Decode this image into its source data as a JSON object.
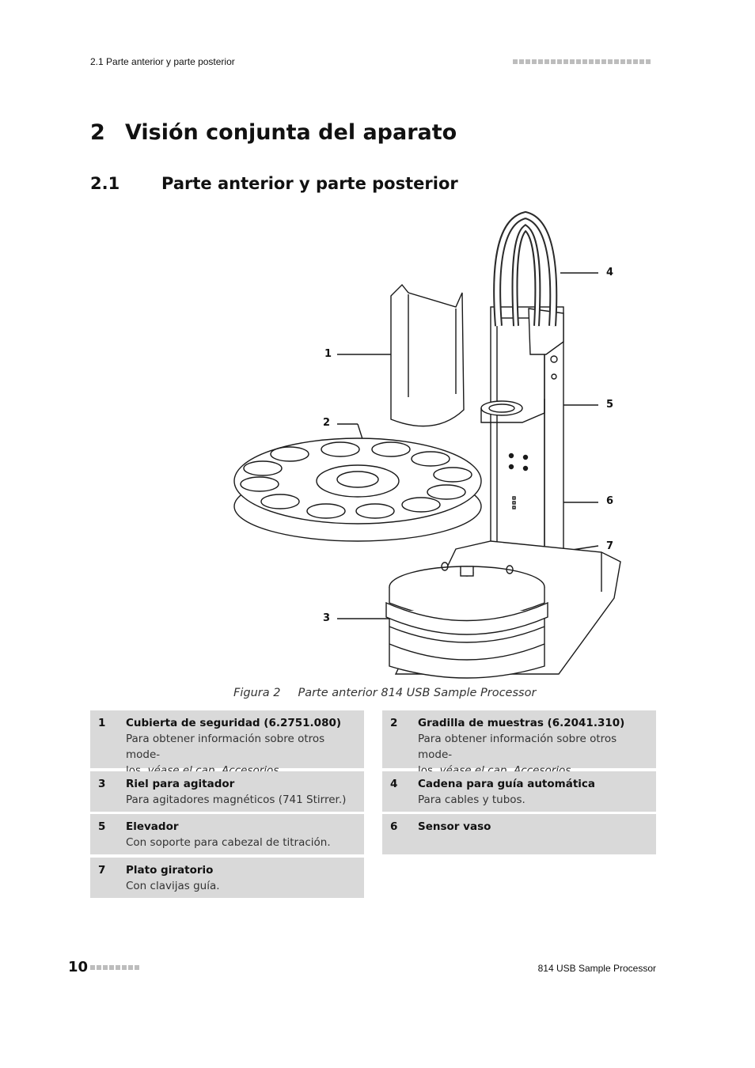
{
  "header": {
    "section_ref": "2.1 Parte anterior y parte posterior"
  },
  "chapter": {
    "number": "2",
    "title": "Visión conjunta del aparato"
  },
  "section": {
    "number": "2.1",
    "title": "Parte anterior y parte posterior"
  },
  "figure": {
    "callouts": [
      "1",
      "2",
      "3",
      "4",
      "5",
      "6",
      "7"
    ],
    "caption_label": "Figura 2",
    "caption_text": "Parte anterior 814 USB Sample Processor"
  },
  "legend": [
    {
      "num": "1",
      "title": "Cubierta de seguridad (6.2751.080)",
      "desc_a": "Para obtener información sobre otros mode-",
      "desc_b": "los, ",
      "desc_ref": "véase el cap. Accesorios",
      "desc_end": "."
    },
    {
      "num": "2",
      "title": "Gradilla de muestras (6.2041.310)",
      "desc_a": "Para obtener información sobre otros mode-",
      "desc_b": "los, ",
      "desc_ref": "véase el cap. Accesorios",
      "desc_end": "."
    },
    {
      "num": "3",
      "title": "Riel para agitador",
      "desc_a": "Para agitadores magnéticos (741 Stirrer.)"
    },
    {
      "num": "4",
      "title": "Cadena para guía automática",
      "desc_a": "Para cables y tubos."
    },
    {
      "num": "5",
      "title": "Elevador",
      "desc_a": "Con soporte para cabezal de titración."
    },
    {
      "num": "6",
      "title": "Sensor vaso"
    },
    {
      "num": "7",
      "title": "Plato giratorio",
      "desc_a": "Con clavijas guía."
    }
  ],
  "footer": {
    "page_number": "10",
    "product": "814 USB Sample Processor"
  }
}
